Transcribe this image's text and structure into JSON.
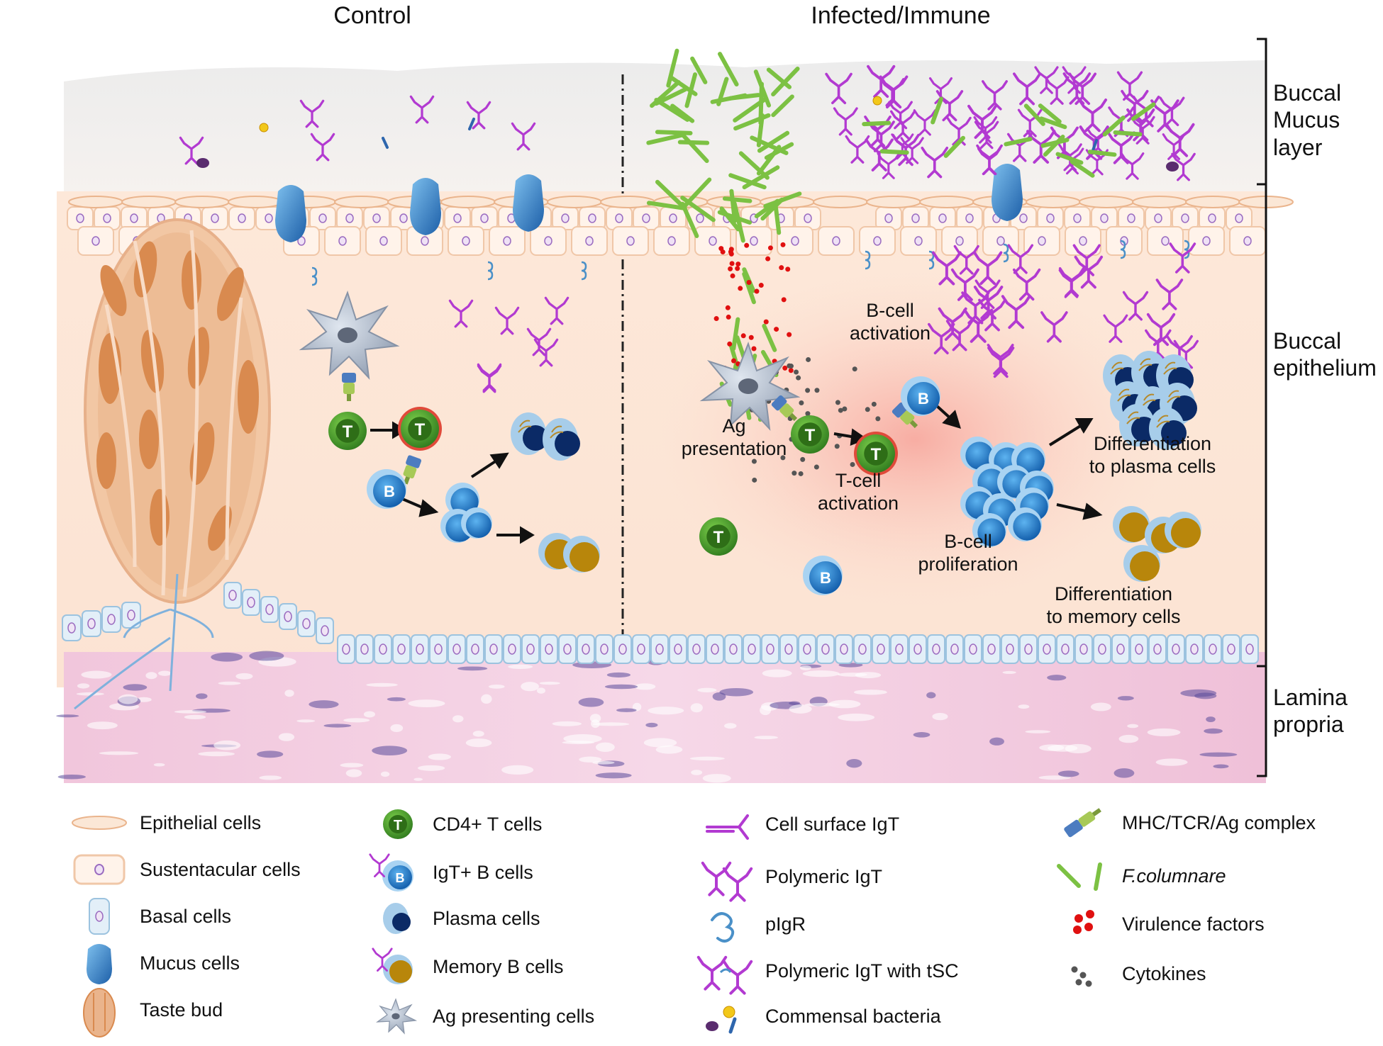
{
  "headers": {
    "control": "Control",
    "infected": "Infected/Immune"
  },
  "side_labels": {
    "mucus": "Buccal\nMucus\nlayer",
    "epithelium": "Buccal\nepithelium",
    "lamina": "Lamina\npropria"
  },
  "cell_letters": {
    "t": "T",
    "b": "B"
  },
  "process_labels": {
    "ag_presentation": "Ag\npresentation",
    "t_activation": "T-cell\nactivation",
    "b_activation": "B-cell\nactivation",
    "b_proliferation": "B-cell\nproliferation",
    "diff_plasma": "Differentiation\nto plasma cells",
    "diff_memory": "Differentiation\nto memory cells"
  },
  "legend": {
    "col1": [
      "Epithelial cells",
      "Sustentacular cells",
      "Basal cells",
      "Mucus cells",
      "Taste bud"
    ],
    "col2": [
      "CD4+ T cells",
      "IgT+ B  cells",
      "Plasma cells",
      "Memory B cells",
      "Ag presenting cells"
    ],
    "col3": [
      "Cell surface IgT",
      "Polymeric IgT",
      "pIgR",
      "Polymeric IgT with tSC",
      "Commensal bacteria"
    ],
    "col4": [
      "MHC/TCR/Ag complex",
      "F.columnare",
      "Virulence factors",
      "Cytokines"
    ]
  },
  "colors": {
    "t_cell": "#3f8f2a",
    "b_cell": "#1f72c4",
    "plasma_dark": "#0b2a66",
    "memory_gold": "#b8860b",
    "igt_purple": "#b23ad1",
    "bacteria_green": "#7cc143",
    "virulence_red": "#e01010",
    "cytokine_gray": "#555555",
    "lamina_pink": "#efb6d6",
    "epithelium_peach": "#fbe3d2"
  }
}
